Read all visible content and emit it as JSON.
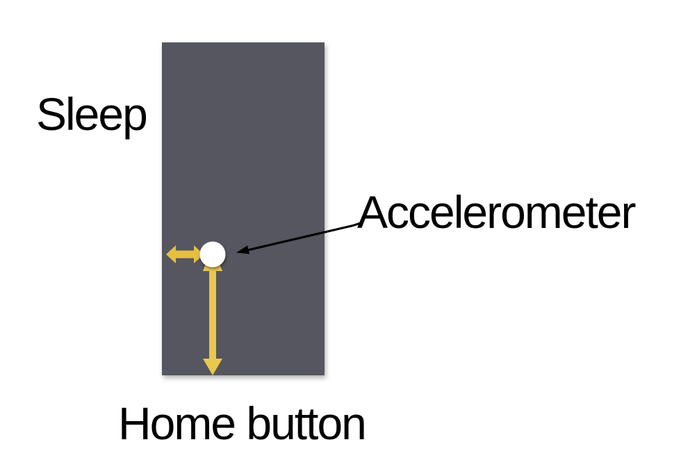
{
  "diagram": {
    "description": "Phone accelerometer diagram",
    "labels": {
      "sleep": "Sleep",
      "accelerometer": "Accelerometer",
      "home_button": "Home button"
    },
    "colors": {
      "background": "#FFFFFF",
      "phone_body": "#54575F",
      "arrow_horizontal": "#E5C040",
      "arrow_vertical": "#EAC84D",
      "accelerometer_dot": "#FFFFFF",
      "annotation_arrow": "#000000",
      "label_text": "#000000"
    }
  }
}
